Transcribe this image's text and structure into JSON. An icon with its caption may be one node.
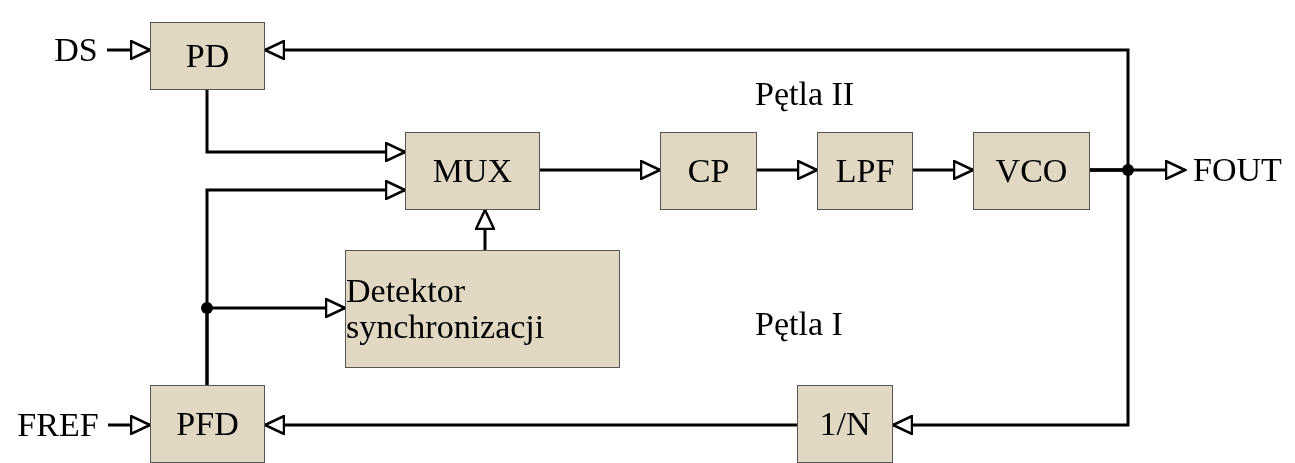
{
  "diagram": {
    "nodes": [
      {
        "text": [
          "DS"
        ]
      },
      {
        "text": [
          "PD"
        ]
      },
      {
        "text": [
          "MUX"
        ]
      },
      {
        "text": [
          "CP"
        ]
      },
      {
        "text": [
          "LPF"
        ]
      },
      {
        "text": [
          "VCO"
        ]
      },
      {
        "text": [
          "FOUT"
        ]
      },
      {
        "text": [
          "Detektor synchronizacji"
        ]
      },
      {
        "text": [
          "FREF"
        ]
      },
      {
        "text": [
          "PFD"
        ]
      },
      {
        "text": [
          "1/N"
        ]
      }
    ],
    "edges": [
      {
        "from": 0,
        "to": 1,
        "arrow": "to"
      },
      {
        "from": 8,
        "to": 9,
        "arrow": "to"
      },
      {
        "from": 1,
        "to": 2,
        "arrow": "to"
      },
      {
        "from": 9,
        "to": 2,
        "arrow": "to"
      },
      {
        "from": 9,
        "to": 7,
        "arrow": "to"
      },
      {
        "from": 7,
        "to": 2,
        "arrow": "to"
      },
      {
        "from": 2,
        "to": 3,
        "arrow": "to"
      },
      {
        "from": 3,
        "to": 4,
        "arrow": "to"
      },
      {
        "from": 4,
        "to": 5,
        "arrow": "to"
      },
      {
        "from": 5,
        "to": 6,
        "arrow": "to"
      },
      {
        "from": 5,
        "to": 1,
        "arrow": "to"
      },
      {
        "from": 5,
        "to": 10,
        "arrow": "to"
      },
      {
        "from": 10,
        "to": 9,
        "arrow": "to"
      }
    ],
    "labels": [
      "Pętla II",
      "Pętla I"
    ]
  }
}
